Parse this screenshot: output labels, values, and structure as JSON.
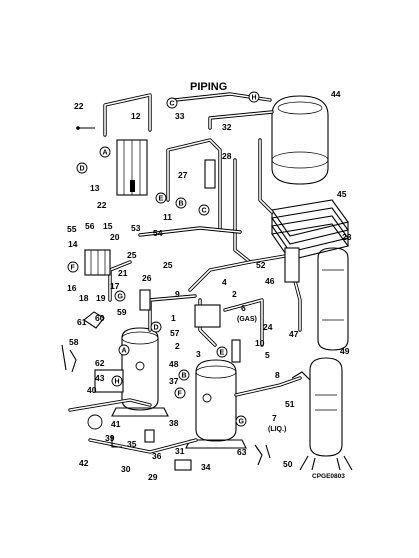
{
  "title": "PIPING",
  "drawing_code": "CPGE0803",
  "notes": {
    "gas": "(GAS)",
    "liq": "(LIQ.)"
  },
  "connection_markers": [
    "A",
    "B",
    "C",
    "D",
    "E",
    "F",
    "G",
    "H"
  ],
  "part_numbers": [
    "1",
    "2",
    "3",
    "4",
    "5",
    "6",
    "7",
    "8",
    "9",
    "10",
    "11",
    "12",
    "13",
    "14",
    "15",
    "16",
    "17",
    "18",
    "19",
    "20",
    "21",
    "22",
    "23",
    "24",
    "25",
    "26",
    "27",
    "28",
    "29",
    "30",
    "31",
    "32",
    "33",
    "34",
    "35",
    "36",
    "37",
    "38",
    "39",
    "40",
    "41",
    "42",
    "43",
    "44",
    "45",
    "46",
    "47",
    "48",
    "49",
    "50",
    "51",
    "52",
    "53",
    "54",
    "55",
    "56",
    "57",
    "58",
    "59",
    "60",
    "61",
    "62",
    "63"
  ]
}
